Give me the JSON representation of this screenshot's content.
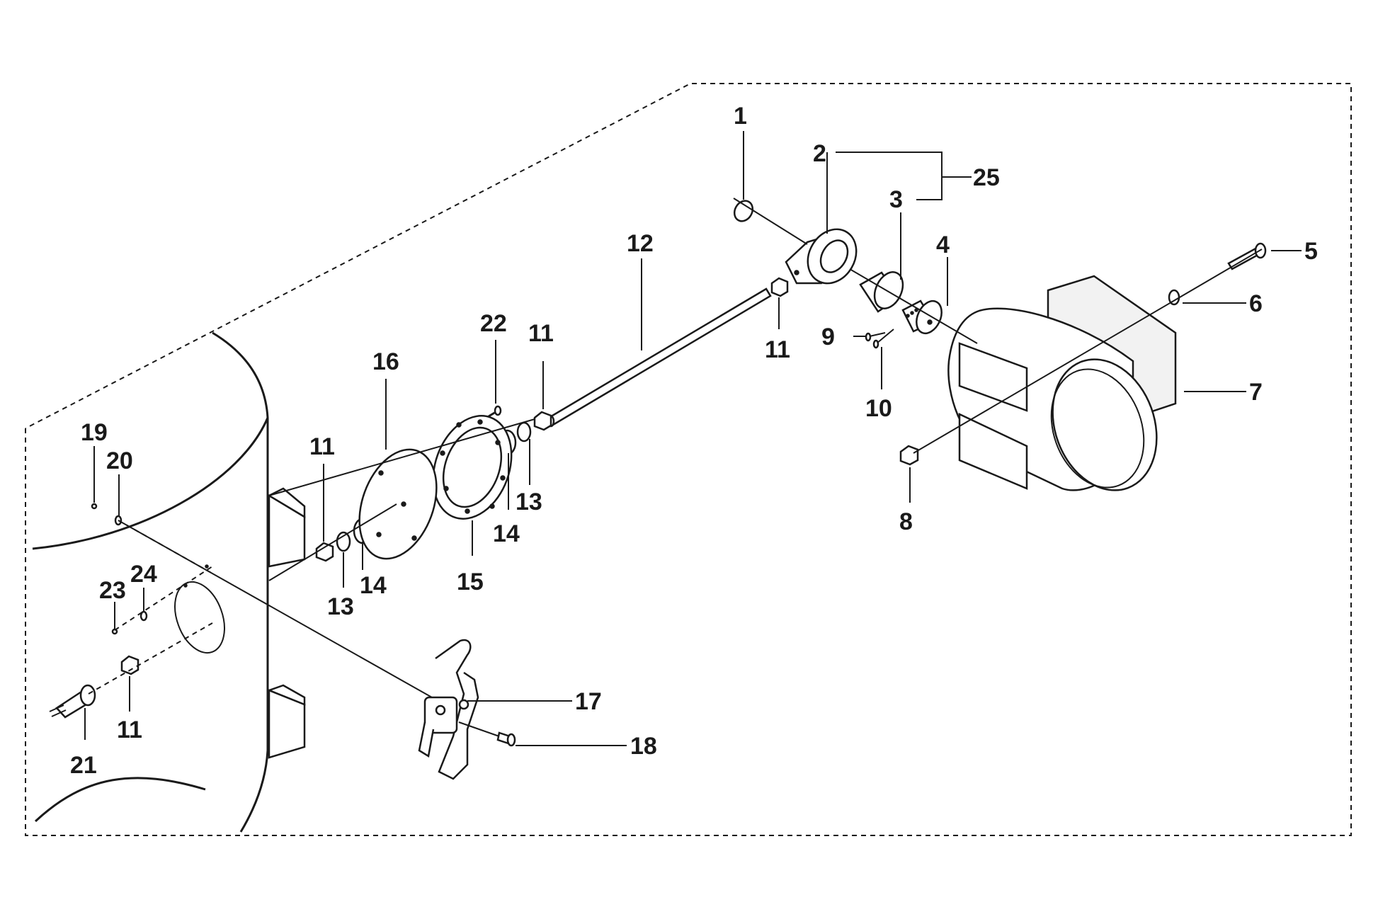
{
  "labels": {
    "p1": "1",
    "p2": "2",
    "p3": "3",
    "p4": "4",
    "p5": "5",
    "p6": "6",
    "p7": "7",
    "p8": "8",
    "p9": "9",
    "p10": "10",
    "p11a": "11",
    "p11b": "11",
    "p11c": "11",
    "p11d": "11",
    "p12": "12",
    "p13a": "13",
    "p13b": "13",
    "p14a": "14",
    "p14b": "14",
    "p15": "15",
    "p16": "16",
    "p17": "17",
    "p18": "18",
    "p19": "19",
    "p20": "20",
    "p21": "21",
    "p22": "22",
    "p23": "23",
    "p24": "24",
    "p25": "25"
  }
}
